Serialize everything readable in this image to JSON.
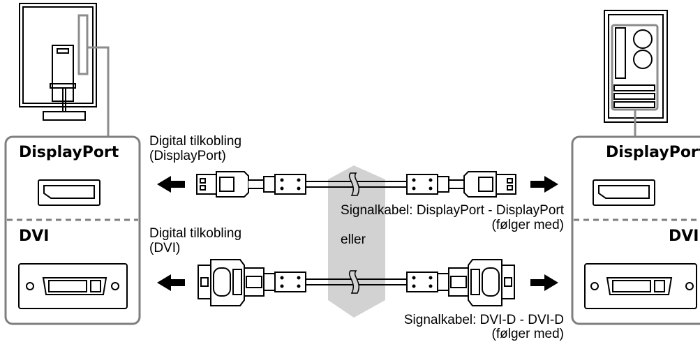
{
  "left_panel": {
    "port_top": "DisplayPort",
    "port_bottom": "DVI"
  },
  "right_panel": {
    "port_top": "DisplayPort",
    "port_bottom": "DVI"
  },
  "connection_dp": {
    "label_line1": "Digital tilkobling",
    "label_line2": "(DisplayPort)",
    "cable_name": "Signalkabel: DisplayPort - DisplayPort",
    "cable_note": "(følger med)"
  },
  "separator": "eller",
  "connection_dvi": {
    "label_line1": "Digital tilkobling",
    "label_line2": "(DVI)",
    "cable_name": "Signalkabel: DVI-D - DVI-D",
    "cable_note": "(følger med)"
  },
  "colors": {
    "panel_border": "#7f7f7f",
    "highlight": "#8c8c8c",
    "gray_band": "#d0d0d0",
    "ink": "#000000"
  }
}
